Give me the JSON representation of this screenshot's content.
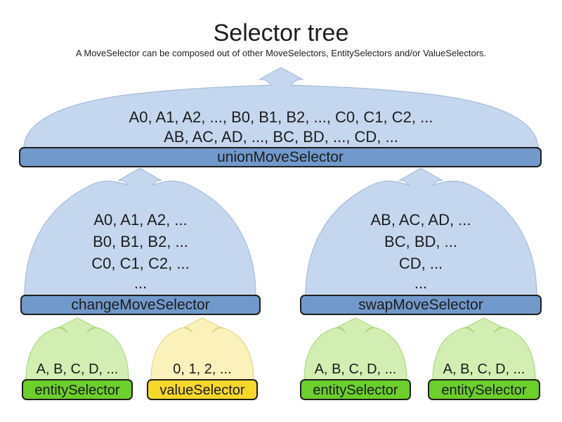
{
  "title": "Selector tree",
  "subtitle": "A MoveSelector can be composed out of other MoveSelectors, EntitySelectors and/or ValueSelectors.",
  "colors": {
    "background": "#ffffff",
    "text": "#1c1c1c",
    "blue_cloud_fill": "#c4d7ee",
    "blue_cloud_stroke": "#a3bbd9",
    "blue_bar_fill": "#7199cb",
    "green_cloud_fill": "#d3eeb2",
    "green_cloud_stroke": "#a8d87c",
    "green_bar_fill": "#6ccf2c",
    "yellow_cloud_fill": "#fbf2bb",
    "yellow_cloud_stroke": "#e3d382",
    "yellow_bar_fill": "#f6d82b",
    "bar_border": "#1e1e1e"
  },
  "nodes": {
    "union": {
      "label": "unionMoveSelector",
      "lines": [
        "A0, A1, A2, ..., B0, B1, B2, ..., C0, C1, C2, ...",
        "AB, AC, AD, ..., BC, BD, ..., CD, ..."
      ]
    },
    "change": {
      "label": "changeMoveSelector",
      "lines": [
        "A0, A1, A2, ...",
        "B0, B1, B2, ...",
        "C0, C1, C2, ...",
        "..."
      ]
    },
    "swap": {
      "label": "swapMoveSelector",
      "lines": [
        "AB, AC, AD, ...",
        "BC, BD, ...",
        "CD, ...",
        "..."
      ]
    },
    "entity1": {
      "label": "entitySelector",
      "lines": [
        "A, B, C, D, ..."
      ]
    },
    "value1": {
      "label": "valueSelector",
      "lines": [
        "0, 1, 2, ..."
      ]
    },
    "entity2": {
      "label": "entitySelector",
      "lines": [
        "A, B, C, D, ..."
      ]
    },
    "entity3": {
      "label": "entitySelector",
      "lines": [
        "A, B, C, D, ..."
      ]
    }
  }
}
